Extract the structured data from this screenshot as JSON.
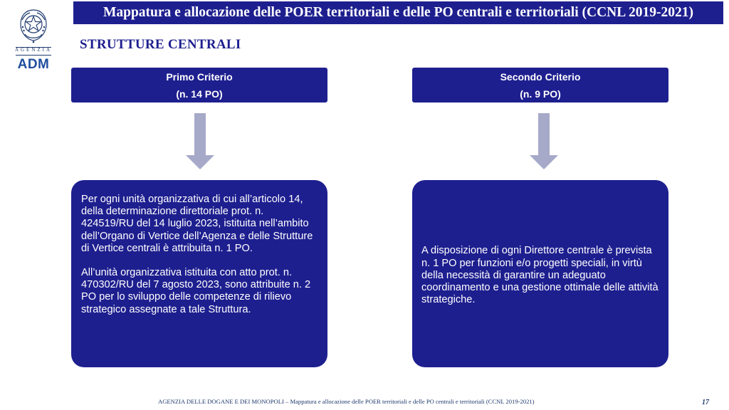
{
  "logo": {
    "agency_word": "AGENZIA",
    "acronym": "ADM",
    "icon": "italian-republic-emblem-icon"
  },
  "header": {
    "title": "Mappatura e allocazione delle POER territoriali e delle PO centrali e territoriali (CCNL 2019-2021)",
    "section": "STRUTTURE CENTRALI"
  },
  "criteria": [
    {
      "title": "Primo Criterio",
      "count": "(n. 14 PO)"
    },
    {
      "title": "Secondo Criterio",
      "count": "(n. 9 PO)"
    }
  ],
  "arrow_icon": "down-arrow-icon",
  "panels": [
    {
      "paragraphs": [
        "Per ogni unità organizzativa  di cui all’articolo 14, della determinazione direttoriale prot. n. 424519/RU del 14 luglio 2023, istituita nell’ambito dell’Organo di Vertice dell’Agenza e delle Strutture di Vertice centrali è attribuita n. 1 PO.",
        "All’unità organizzativa istituita con atto prot. n. 470302/RU del 7 agosto 2023, sono attribuite n. 2 PO per lo sviluppo delle competenze di rilievo strategico assegnate a tale Struttura."
      ]
    },
    {
      "paragraphs": [
        "A disposizione di ogni Direttore centrale è prevista n. 1 PO per funzioni e/o progetti speciali, in virtù della necessità di garantire un adeguato coordinamento e una gestione ottimale delle attività strategiche."
      ]
    }
  ],
  "footer": {
    "text": "AGENZIA DELLE DOGANE E DEI MONOPOLI – Mappatura e allocazione delle POER territoriali e delle PO centrali e territoriali (CCNL 2019-2021)",
    "page_number": "17"
  },
  "colors": {
    "primary_blue": "#1e1f8f",
    "arrow_fill": "#a7a9c9",
    "logo_blue": "#1f4f9e"
  }
}
